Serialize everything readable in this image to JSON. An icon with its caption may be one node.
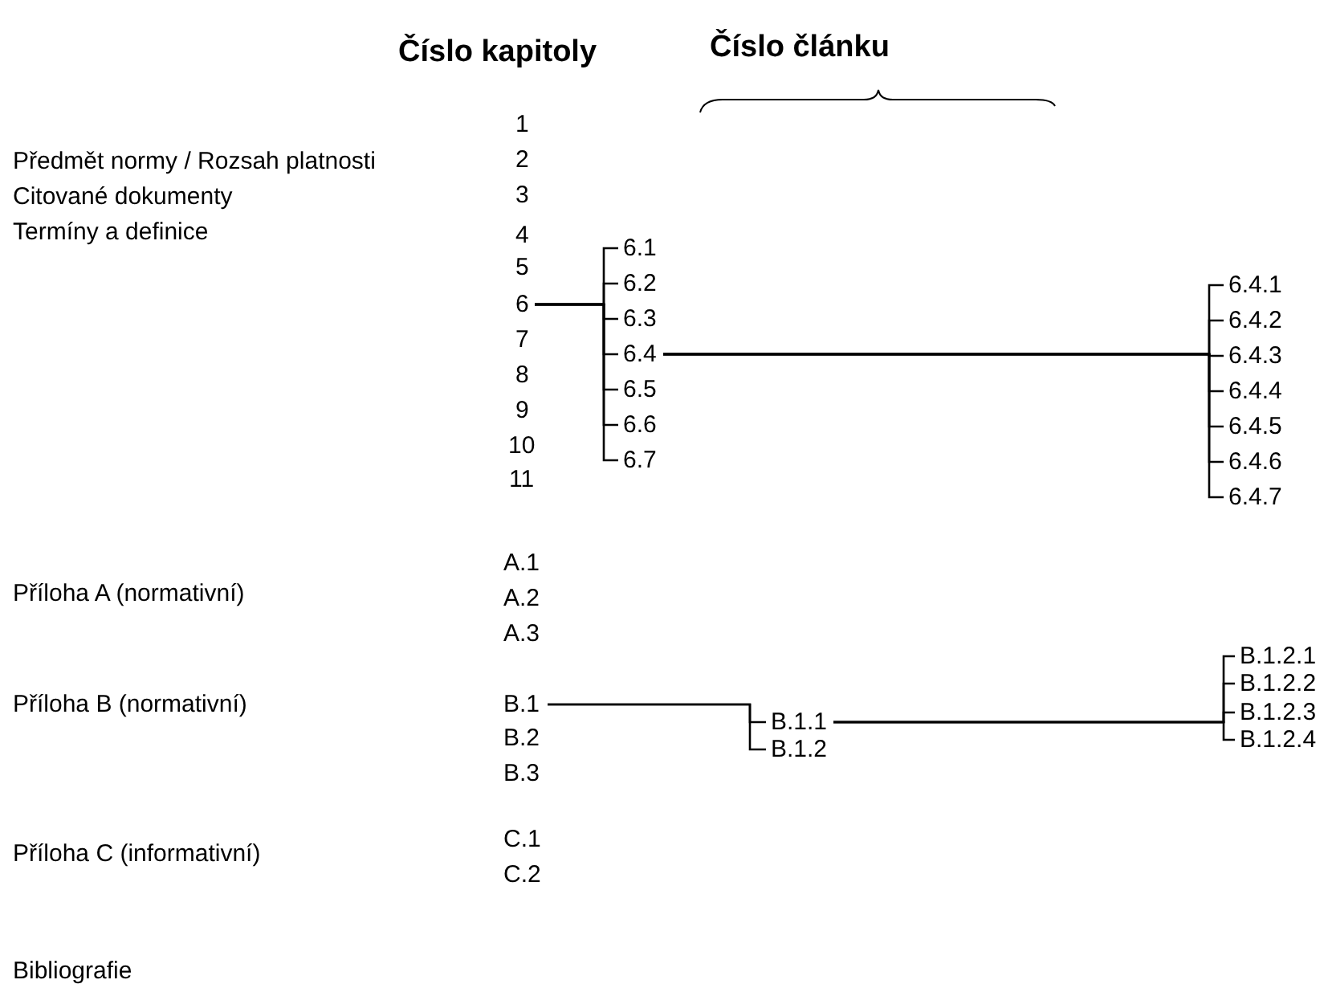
{
  "diagram": {
    "nodes": [
      {
        "text": [
          "6"
        ]
      },
      {
        "text": [
          "6.1"
        ]
      },
      {
        "text": [
          "6.2"
        ]
      },
      {
        "text": [
          "6.3"
        ]
      },
      {
        "text": [
          "6.4"
        ]
      },
      {
        "text": [
          "6.5"
        ]
      },
      {
        "text": [
          "6.6"
        ]
      },
      {
        "text": [
          "6.7"
        ]
      },
      {
        "text": [
          "6.4.1"
        ]
      },
      {
        "text": [
          "6.4.2"
        ]
      },
      {
        "text": [
          "6.4.3"
        ]
      },
      {
        "text": [
          "6.4.4"
        ]
      },
      {
        "text": [
          "6.4.5"
        ]
      },
      {
        "text": [
          "6.4.6"
        ]
      },
      {
        "text": [
          "6.4.7"
        ]
      },
      {
        "text": [
          "B.1"
        ]
      },
      {
        "text": [
          "B.1.1"
        ]
      },
      {
        "text": [
          "B.1.2"
        ]
      },
      {
        "text": [
          "B.1.2.1"
        ]
      },
      {
        "text": [
          "B.1.2.2"
        ]
      },
      {
        "text": [
          "B.1.2.3"
        ]
      },
      {
        "text": [
          "B.1.2.4"
        ]
      }
    ],
    "edges": [
      {
        "from": 0,
        "to": 1,
        "arrow": "none"
      },
      {
        "from": 0,
        "to": 2,
        "arrow": "none"
      },
      {
        "from": 0,
        "to": 3,
        "arrow": "none"
      },
      {
        "from": 0,
        "to": 4,
        "arrow": "none"
      },
      {
        "from": 0,
        "to": 5,
        "arrow": "none"
      },
      {
        "from": 0,
        "to": 6,
        "arrow": "none"
      },
      {
        "from": 0,
        "to": 7,
        "arrow": "none"
      },
      {
        "from": 4,
        "to": 8,
        "arrow": "none"
      },
      {
        "from": 4,
        "to": 9,
        "arrow": "none"
      },
      {
        "from": 4,
        "to": 10,
        "arrow": "none"
      },
      {
        "from": 4,
        "to": 11,
        "arrow": "none"
      },
      {
        "from": 4,
        "to": 12,
        "arrow": "none"
      },
      {
        "from": 4,
        "to": 13,
        "arrow": "none"
      },
      {
        "from": 4,
        "to": 14,
        "arrow": "none"
      },
      {
        "from": 15,
        "to": 16,
        "arrow": "none"
      },
      {
        "from": 15,
        "to": 17,
        "arrow": "none"
      },
      {
        "from": 16,
        "to": 18,
        "arrow": "none"
      },
      {
        "from": 16,
        "to": 19,
        "arrow": "none"
      },
      {
        "from": 16,
        "to": 20,
        "arrow": "none"
      },
      {
        "from": 16,
        "to": 21,
        "arrow": "none"
      }
    ],
    "labels": [
      "Číslo kapitoly",
      "Číslo článku",
      "Předmět normy / Rozsah platnosti",
      "Citované dokumenty",
      "Termíny a definice",
      "1",
      "2",
      "3",
      "4",
      "5",
      "7",
      "8",
      "9",
      "10",
      "11",
      "A.1",
      "Příloha A (normativní)",
      "A.2",
      "A.3",
      "Příloha B (normativní)",
      "B.2",
      "B.3",
      "C.1",
      "Příloha C (informativní)",
      "C.2",
      "Bibliografie"
    ]
  }
}
